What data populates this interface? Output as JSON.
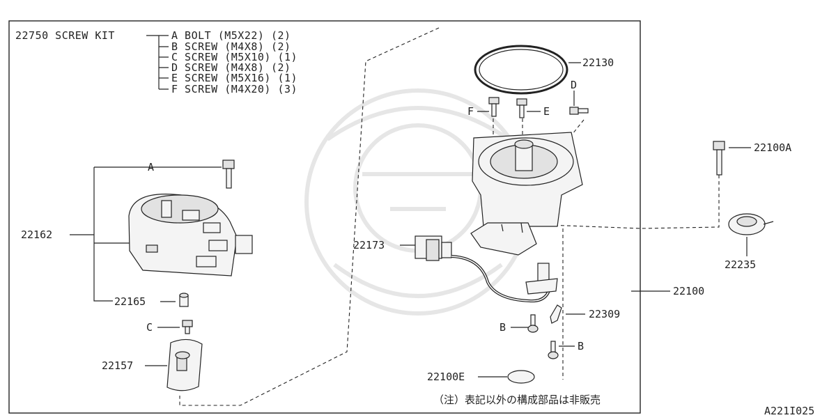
{
  "screw_kit": {
    "title": "22750 SCREW KIT",
    "items": [
      "A BOLT (M5X22) (2)",
      "B SCREW (M4X8) (2)",
      "C SCREW (M5X10) (1)",
      "D SCREW (M4X8) (2)",
      "E SCREW (M5X16) (1)",
      "F SCREW (M4X20) (3)"
    ]
  },
  "callouts": {
    "p22130": "22130",
    "p22100A": "22100A",
    "p22162": "22162",
    "p22173": "22173",
    "p22235": "22235",
    "p22100": "22100",
    "p22165": "22165",
    "p22309": "22309",
    "p22157": "22157",
    "p22100E": "22100E",
    "letter_A": "A",
    "letter_B1": "B",
    "letter_B2": "B",
    "letter_C": "C",
    "letter_D": "D",
    "letter_E": "E",
    "letter_F": "F"
  },
  "note": "（注）表記以外の構成部品は非販売",
  "diagram_code": "A221I025"
}
